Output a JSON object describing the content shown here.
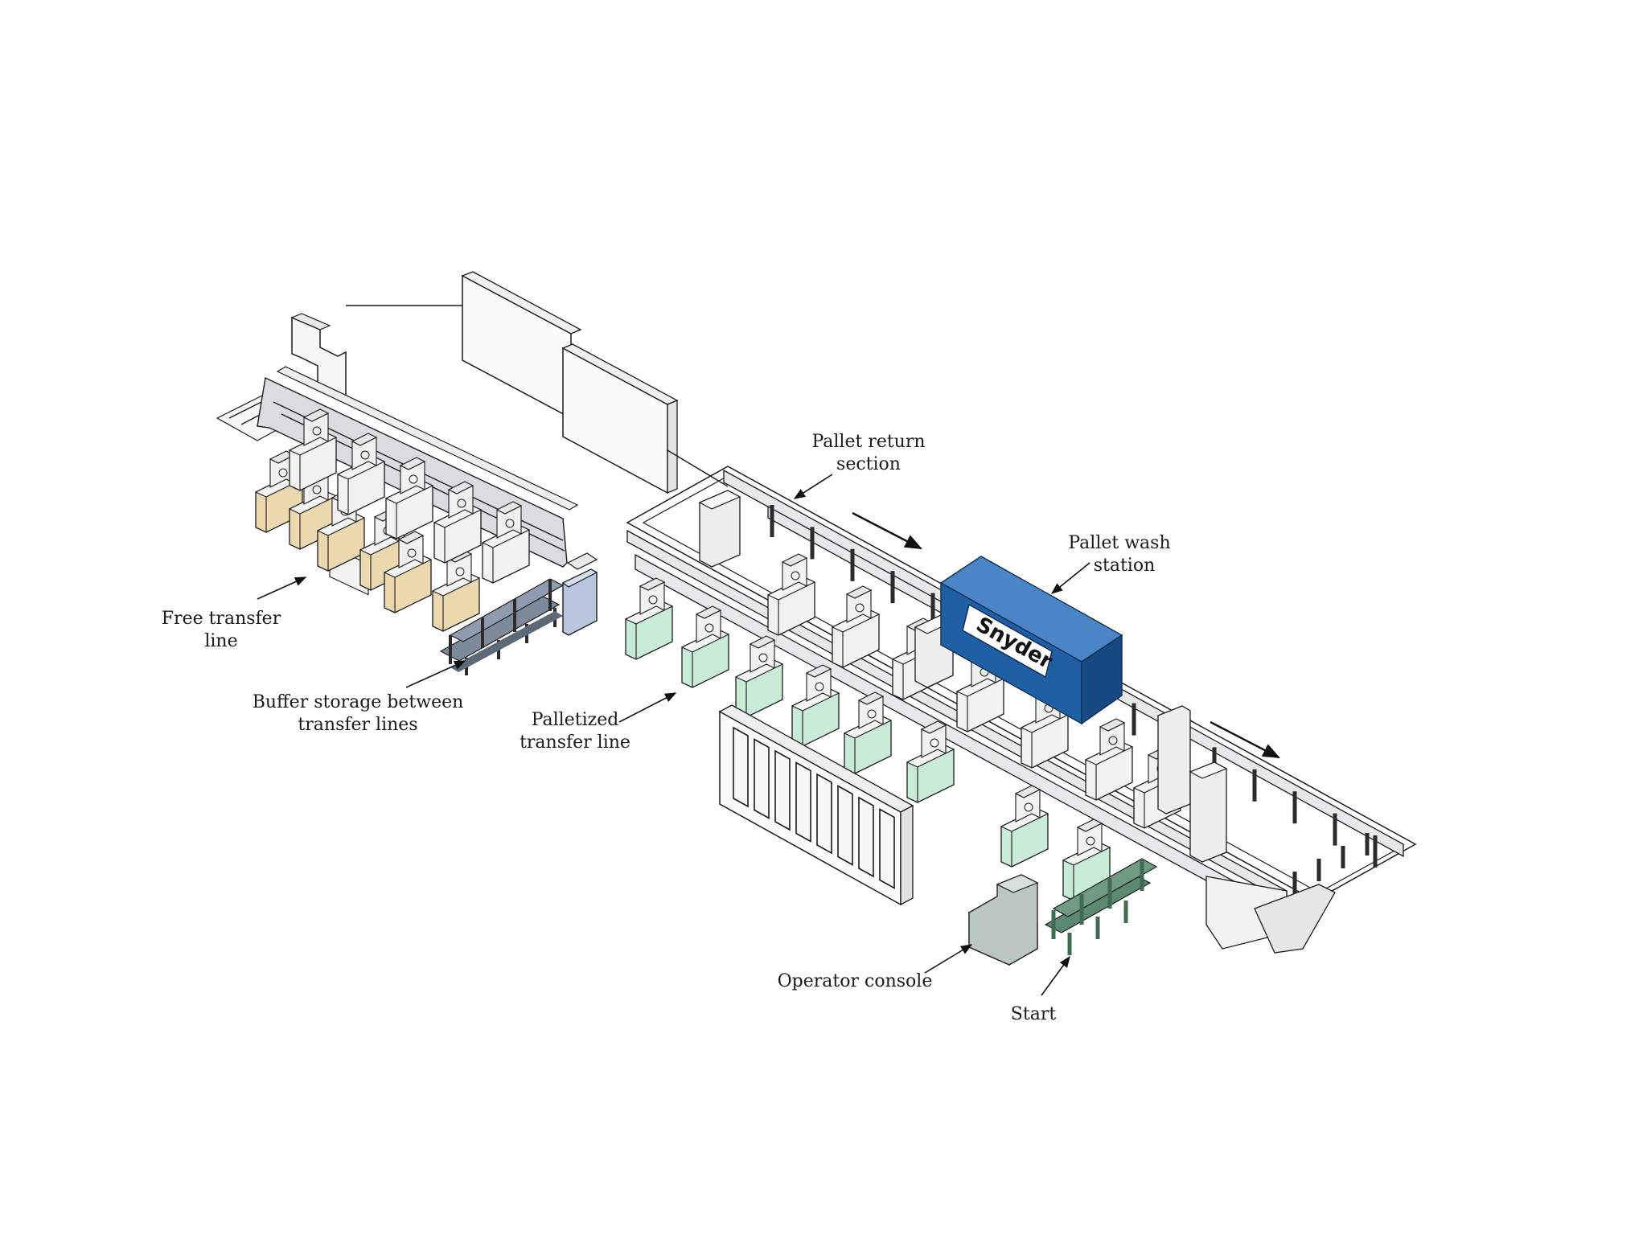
{
  "labels": {
    "pallet_return_section": [
      "Pallet return",
      "section"
    ],
    "pallet_wash_station": [
      "Pallet wash",
      "station"
    ],
    "free_transfer_line": [
      "Free transfer",
      "line"
    ],
    "buffer_storage": [
      "Buffer storage between",
      "transfer lines"
    ],
    "palletized_transfer_line": [
      "Palletized",
      "transfer line"
    ],
    "operator_console": "Operator console",
    "start": "Start"
  },
  "wash_station_brand": "Snyder",
  "colors": {
    "free_line_machines": "#ead9ae",
    "palletized_line_machines": "#c9ecd6",
    "wash_station": "#1f5fa3",
    "operator_console": "#b9c7c0",
    "start_conveyor": "#3f6b52",
    "buffer_unit": "#b9c6dd",
    "outline": "#1b1b1b"
  },
  "icons": {
    "flow_arrow": "arrow-right-icon",
    "leader_arrow": "arrow-pointer-icon"
  }
}
